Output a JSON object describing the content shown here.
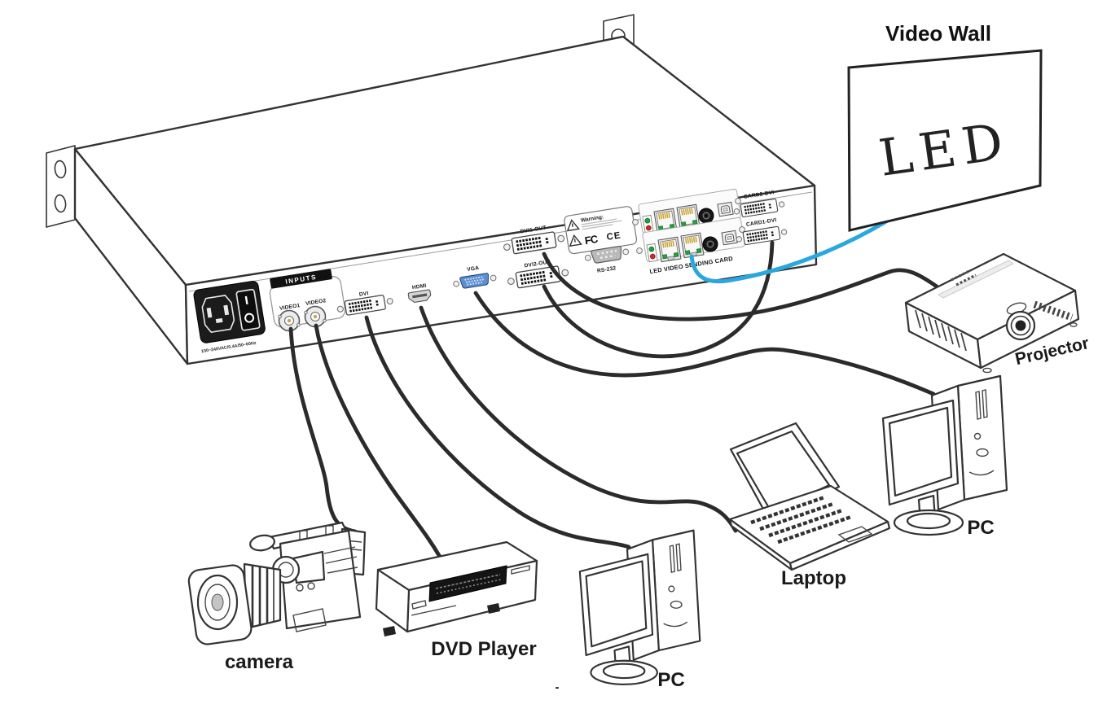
{
  "footer": {
    "mark": "-"
  },
  "chassis": {
    "power_rating": "100~240VAC/0.4A/50~60Hz",
    "inputs_label": "INPUTS",
    "ports": {
      "video1": "VIDEO1",
      "video2": "VIDEO2",
      "dvi": "DVI",
      "hdmi": "HDMI",
      "vga": "VGA",
      "dvi1_out": "DVI1-OUT",
      "dvi2_out": "DVI2-OUT",
      "rs232": "RS-232",
      "card1_dvi": "CARD1-DVI",
      "card2_dvi": "CARD2-DVI"
    },
    "labels": {
      "warning": "Warning:",
      "fcc": "FC",
      "ce": "CE",
      "sending_card": "LED VIDEO SENDING CARD"
    }
  },
  "devices": {
    "video_wall": {
      "label": "Video Wall",
      "screen_text": "LED"
    },
    "projector": {
      "label": "Projector"
    },
    "pc_right": {
      "label": "PC"
    },
    "laptop": {
      "label": "Laptop"
    },
    "pc_bottom": {
      "label": "PC"
    },
    "dvd_player": {
      "label": "DVD Player"
    },
    "camera": {
      "label": "camera"
    }
  },
  "colors": {
    "ink": "#333333",
    "cable_black": "#2b2b2b",
    "cable_blue": "#29a7df",
    "vga_blue": "#5b8fd0",
    "led_green": "#21a13b",
    "led_red": "#cf2b24",
    "rj45_gold": "#c9a227"
  }
}
